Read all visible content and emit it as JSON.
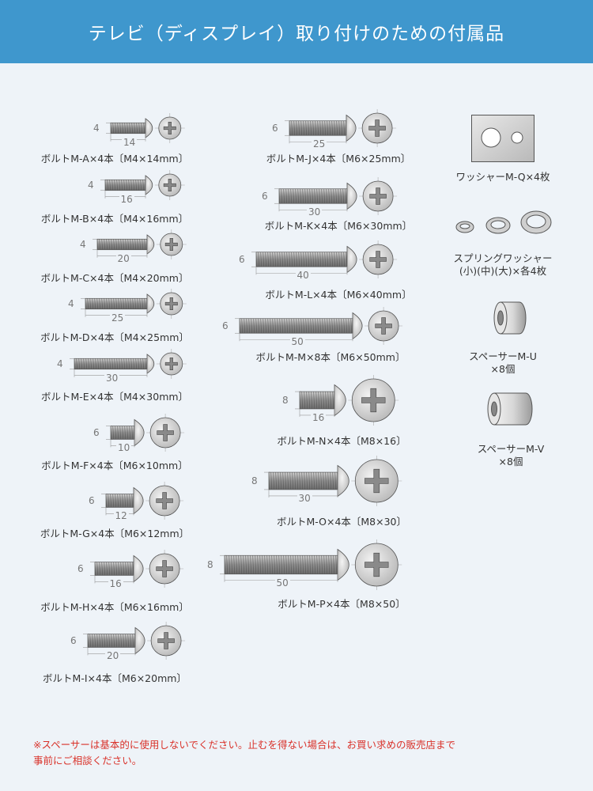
{
  "header": {
    "title": "テレビ（ディスプレイ）取り付けのための付属品"
  },
  "bolts": [
    {
      "id": "m-a",
      "diameter": "4",
      "length": "14",
      "label": "ボルトM-A×4本〔M4×14mm〕"
    },
    {
      "id": "m-b",
      "diameter": "4",
      "length": "16",
      "label": "ボルトM-B×4本〔M4×16mm〕"
    },
    {
      "id": "m-c",
      "diameter": "4",
      "length": "20",
      "label": "ボルトM-C×4本〔M4×20mm〕"
    },
    {
      "id": "m-d",
      "diameter": "4",
      "length": "25",
      "label": "ボルトM-D×4本〔M4×25mm〕"
    },
    {
      "id": "m-e",
      "diameter": "4",
      "length": "30",
      "label": "ボルトM-E×4本〔M4×30mm〕"
    },
    {
      "id": "m-f",
      "diameter": "6",
      "length": "10",
      "label": "ボルトM-F×4本〔M6×10mm〕"
    },
    {
      "id": "m-g",
      "diameter": "6",
      "length": "12",
      "label": "ボルトM-G×4本〔M6×12mm〕"
    },
    {
      "id": "m-h",
      "diameter": "6",
      "length": "16",
      "label": "ボルトM-H×4本〔M6×16mm〕"
    },
    {
      "id": "m-i",
      "diameter": "6",
      "length": "20",
      "label": "ボルトM-I×4本〔M6×20mm〕"
    },
    {
      "id": "m-j",
      "diameter": "6",
      "length": "25",
      "label": "ボルトM-J×4本〔M6×25mm〕"
    },
    {
      "id": "m-k",
      "diameter": "6",
      "length": "30",
      "label": "ボルトM-K×4本〔M6×30mm〕"
    },
    {
      "id": "m-l",
      "diameter": "6",
      "length": "40",
      "label": "ボルトM-L×4本〔M6×40mm〕"
    },
    {
      "id": "m-m",
      "diameter": "6",
      "length": "50",
      "label": "ボルトM-M×8本〔M6×50mm〕"
    },
    {
      "id": "m-n",
      "diameter": "8",
      "length": "16",
      "label": "ボルトM-N×4本〔M8×16〕"
    },
    {
      "id": "m-o",
      "diameter": "8",
      "length": "30",
      "label": "ボルトM-O×4本〔M8×30〕"
    },
    {
      "id": "m-p",
      "diameter": "8",
      "length": "50",
      "label": "ボルトM-P×4本〔M8×50〕"
    }
  ],
  "accessories": {
    "washer_q": "ワッシャーM-Q×4枚",
    "spring_washer_line1": "スプリングワッシャー",
    "spring_washer_line2": "(小)(中)(大)×各4枚",
    "spacer_u_line1": "スペーサーM-U",
    "spacer_u_line2": "×8個",
    "spacer_v_line1": "スペーサーM-V",
    "spacer_v_line2": "×8個"
  },
  "note": {
    "line1": "※スペーサーは基本的に使用しないでください。止むを得ない場合は、お買い求めの販売店まで",
    "line2": "事前にご相談ください。"
  },
  "colors": {
    "header": "#3f97cd",
    "background": "#eef3f8",
    "note": "#d9322a"
  }
}
